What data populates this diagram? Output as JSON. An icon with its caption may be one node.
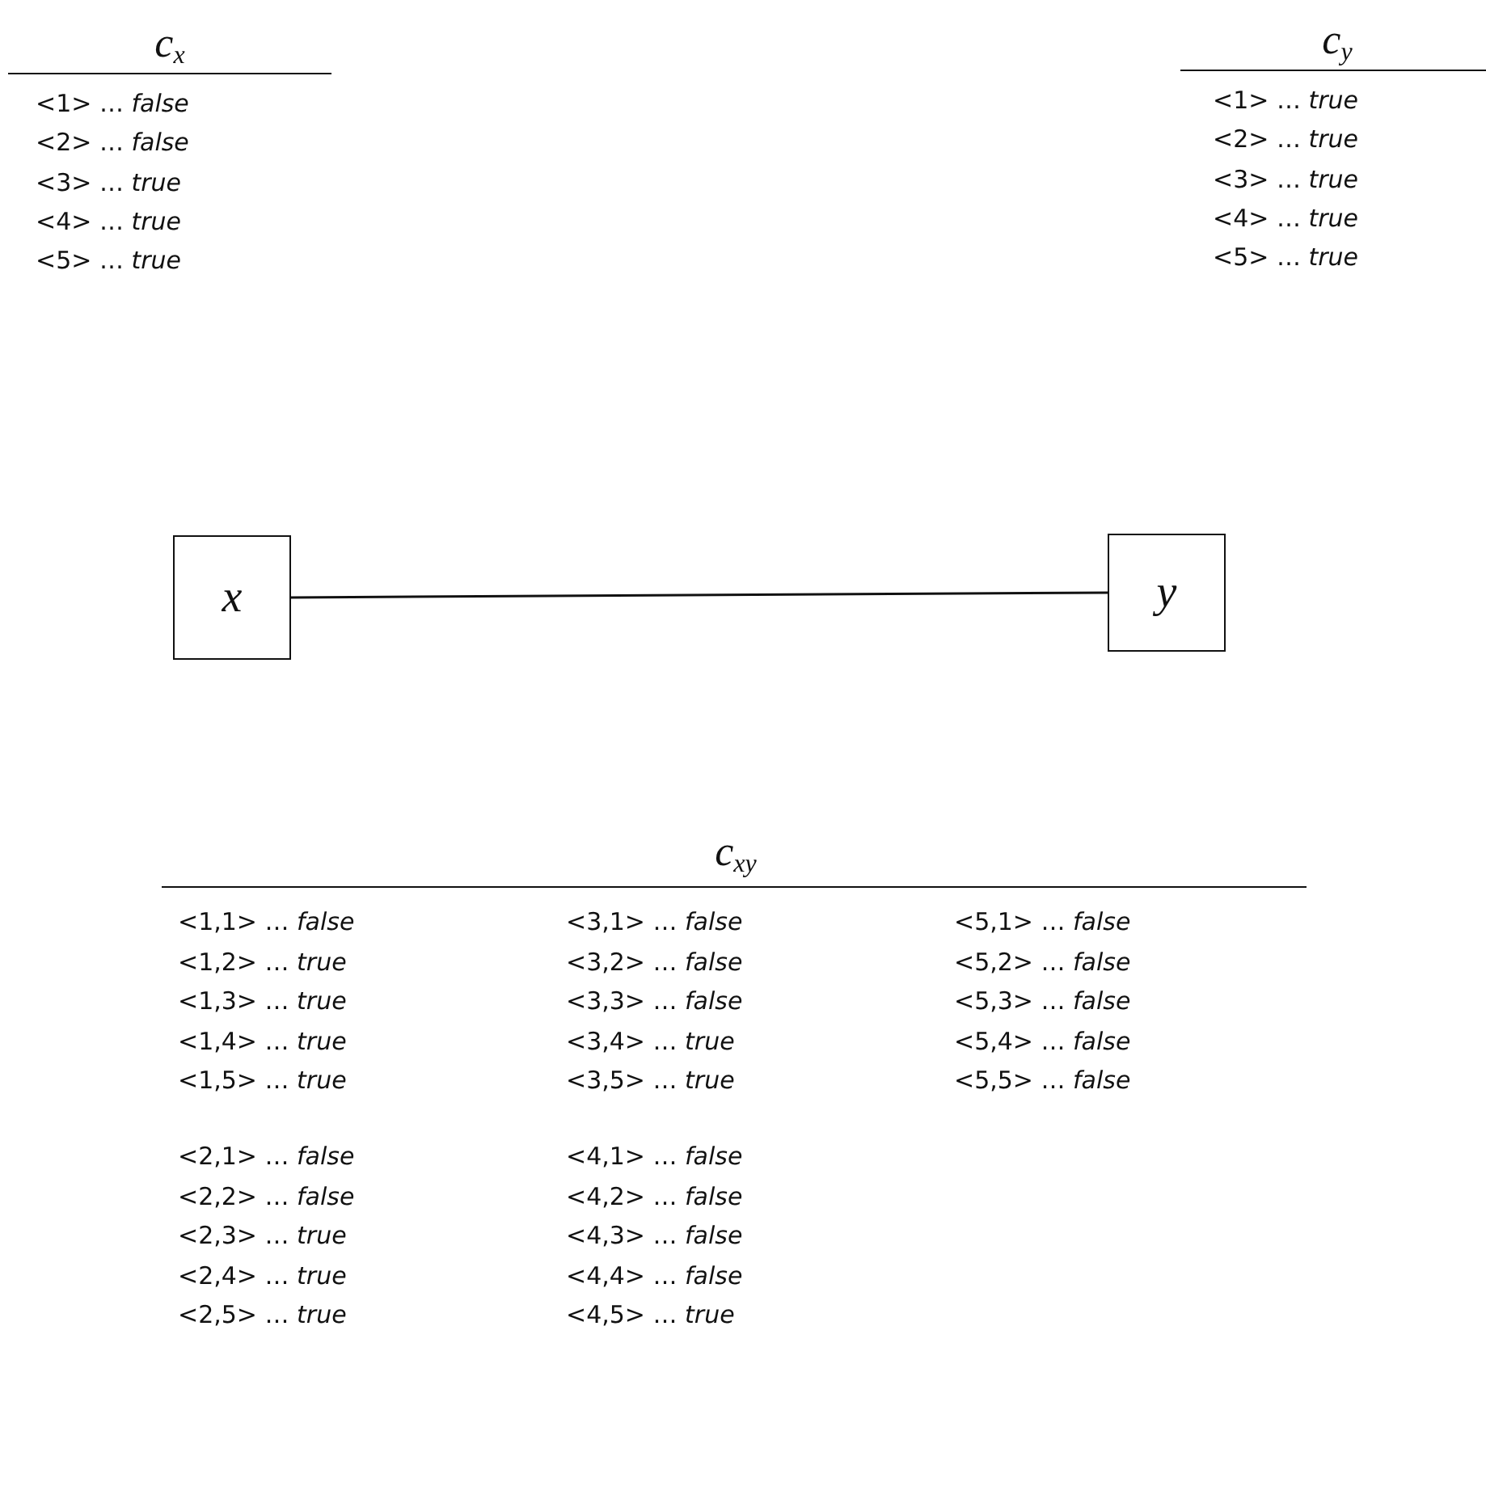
{
  "diagram": {
    "nodes": [
      {
        "text": [
          "x"
        ]
      },
      {
        "text": [
          "y"
        ]
      }
    ],
    "edges": [
      {
        "from": 0,
        "to": 1,
        "arrow": "none"
      }
    ],
    "labels": [
      "c$_{x}$",
      "<1> … *false*",
      "<2> … *false*",
      "<3> … *true*",
      "<4> … *true*",
      "<5> … *true*",
      "c$_{y}$",
      "<1> … *true*",
      "<2> … *true*",
      "<3> … *true*",
      "<4> … *true*",
      "<5> … *true*",
      "c$_{xy}$",
      "<1,1> … *false*",
      "<1,2> … *true*",
      "<1,3> … *true*",
      "<1,4> … *true*",
      "<1,5> … *true*",
      "<2,1> … *false*",
      "<2,2> … *false*",
      "<2,3> … *true*",
      "<2,4> … *true*",
      "<2,5> … *true*",
      "<3,1> … *false*",
      "<3,2> … *false*",
      "<3,3> … *false*",
      "<3,4> … *true*",
      "<3,5> … *true*",
      "<4,1> … *false*",
      "<4,2> … *false*",
      "<4,3> … *false*",
      "<4,4> … *false*",
      "<4,5> … *true*",
      "<5,1> … *false*",
      "<5,2> … *false*",
      "<5,3> … *false*",
      "<5,4> … *false*",
      "<5,5> … *false*"
    ]
  }
}
